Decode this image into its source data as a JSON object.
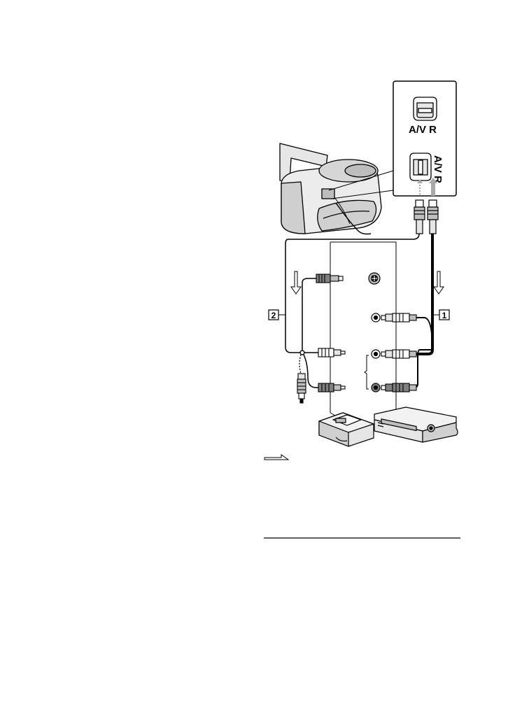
{
  "diagram": {
    "port_panel": {
      "top_label": "A/V R",
      "side_label": "A/V R"
    },
    "cable_labels": {
      "cable1": "1",
      "cable2": "2"
    },
    "colors": {
      "line": "#000000",
      "fill_light": "#e6e6e6",
      "fill_mid": "#bfbfbf",
      "fill_dark": "#808080",
      "arrow_gray": "#a8a8a8"
    }
  }
}
